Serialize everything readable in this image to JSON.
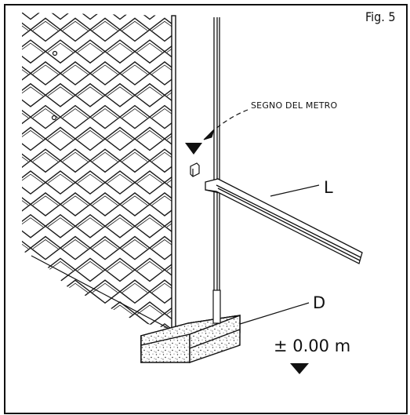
{
  "figure": {
    "label": "Fig. 5"
  },
  "labels": {
    "meter_mark": "SEGNO DEL METRO",
    "rail": "L",
    "base": "D",
    "level": "± 0.00 m"
  }
}
